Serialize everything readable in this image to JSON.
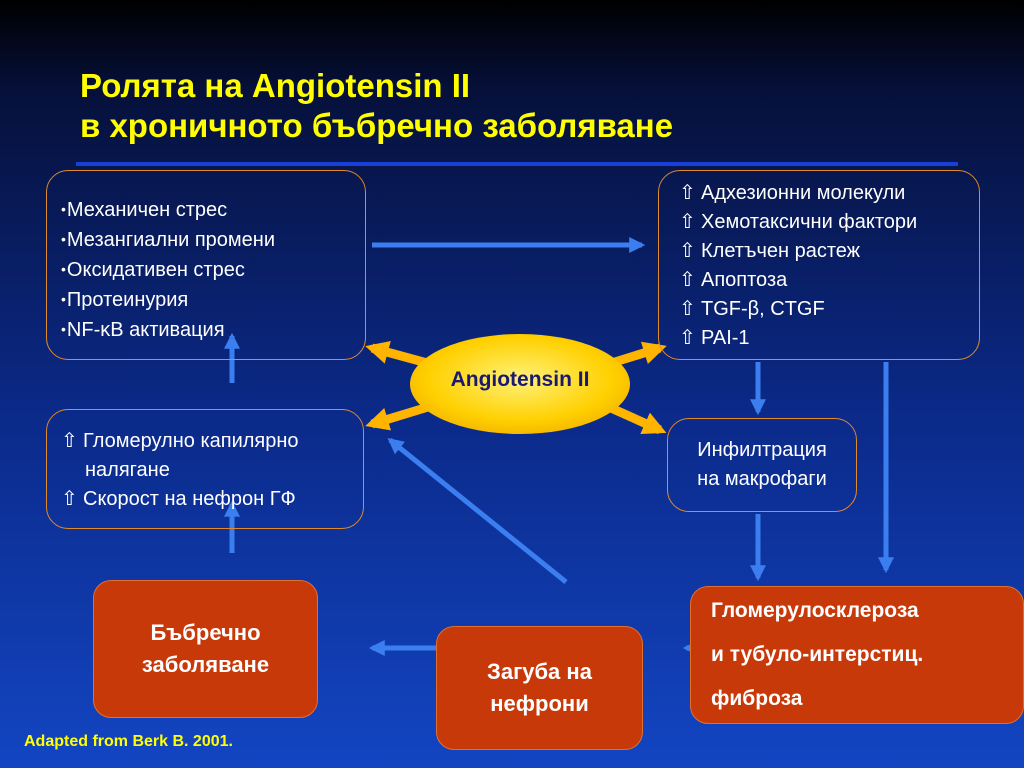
{
  "title": {
    "line1": "Ролята на Angiotensin II",
    "line2": "в хроничното бъбречно заболяване"
  },
  "left_causes": {
    "bullet": "•",
    "items": [
      "Механичен стрес",
      "Мезангиални промени",
      "Оксидативен стрес",
      "Протеинурия",
      "NF-κB активация"
    ]
  },
  "right_effects": {
    "up_symbol": "⇧",
    "items": [
      "Адхезионни молекули",
      "Хемотаксични фактори",
      "Клетъчен растеж",
      "Апоптоза",
      "TGF-β, CTGF",
      "PAI-1"
    ]
  },
  "hemodynamics": {
    "up_symbol": "⇧",
    "item1_line1": "Гломерулно капилярно",
    "item1_line2": "налягане",
    "item2": "Скорост на нефрон ГФ"
  },
  "center": {
    "label": "Angiotensin II"
  },
  "infiltration": {
    "line1": "Инфилтрация",
    "line2": "на макрофаги"
  },
  "sclerosis": {
    "line1": "Гломерулосклероза",
    "line2": "и тубуло-интерстиц.",
    "line3": "фиброза"
  },
  "nephron_loss": {
    "line1": "Загуба на",
    "line2": "нефрони"
  },
  "kidney_disease": {
    "line1": "Бъбречно",
    "line2": "заболяване"
  },
  "source": "Adapted from Berk B. 2001.",
  "colors": {
    "title": "#ffff00",
    "box_border": "#e08a2c",
    "red_box": "#c8390a",
    "arrow": "#3a7ef0",
    "center_fill": "#ffcc00",
    "center_arrow": "#ffb400"
  }
}
